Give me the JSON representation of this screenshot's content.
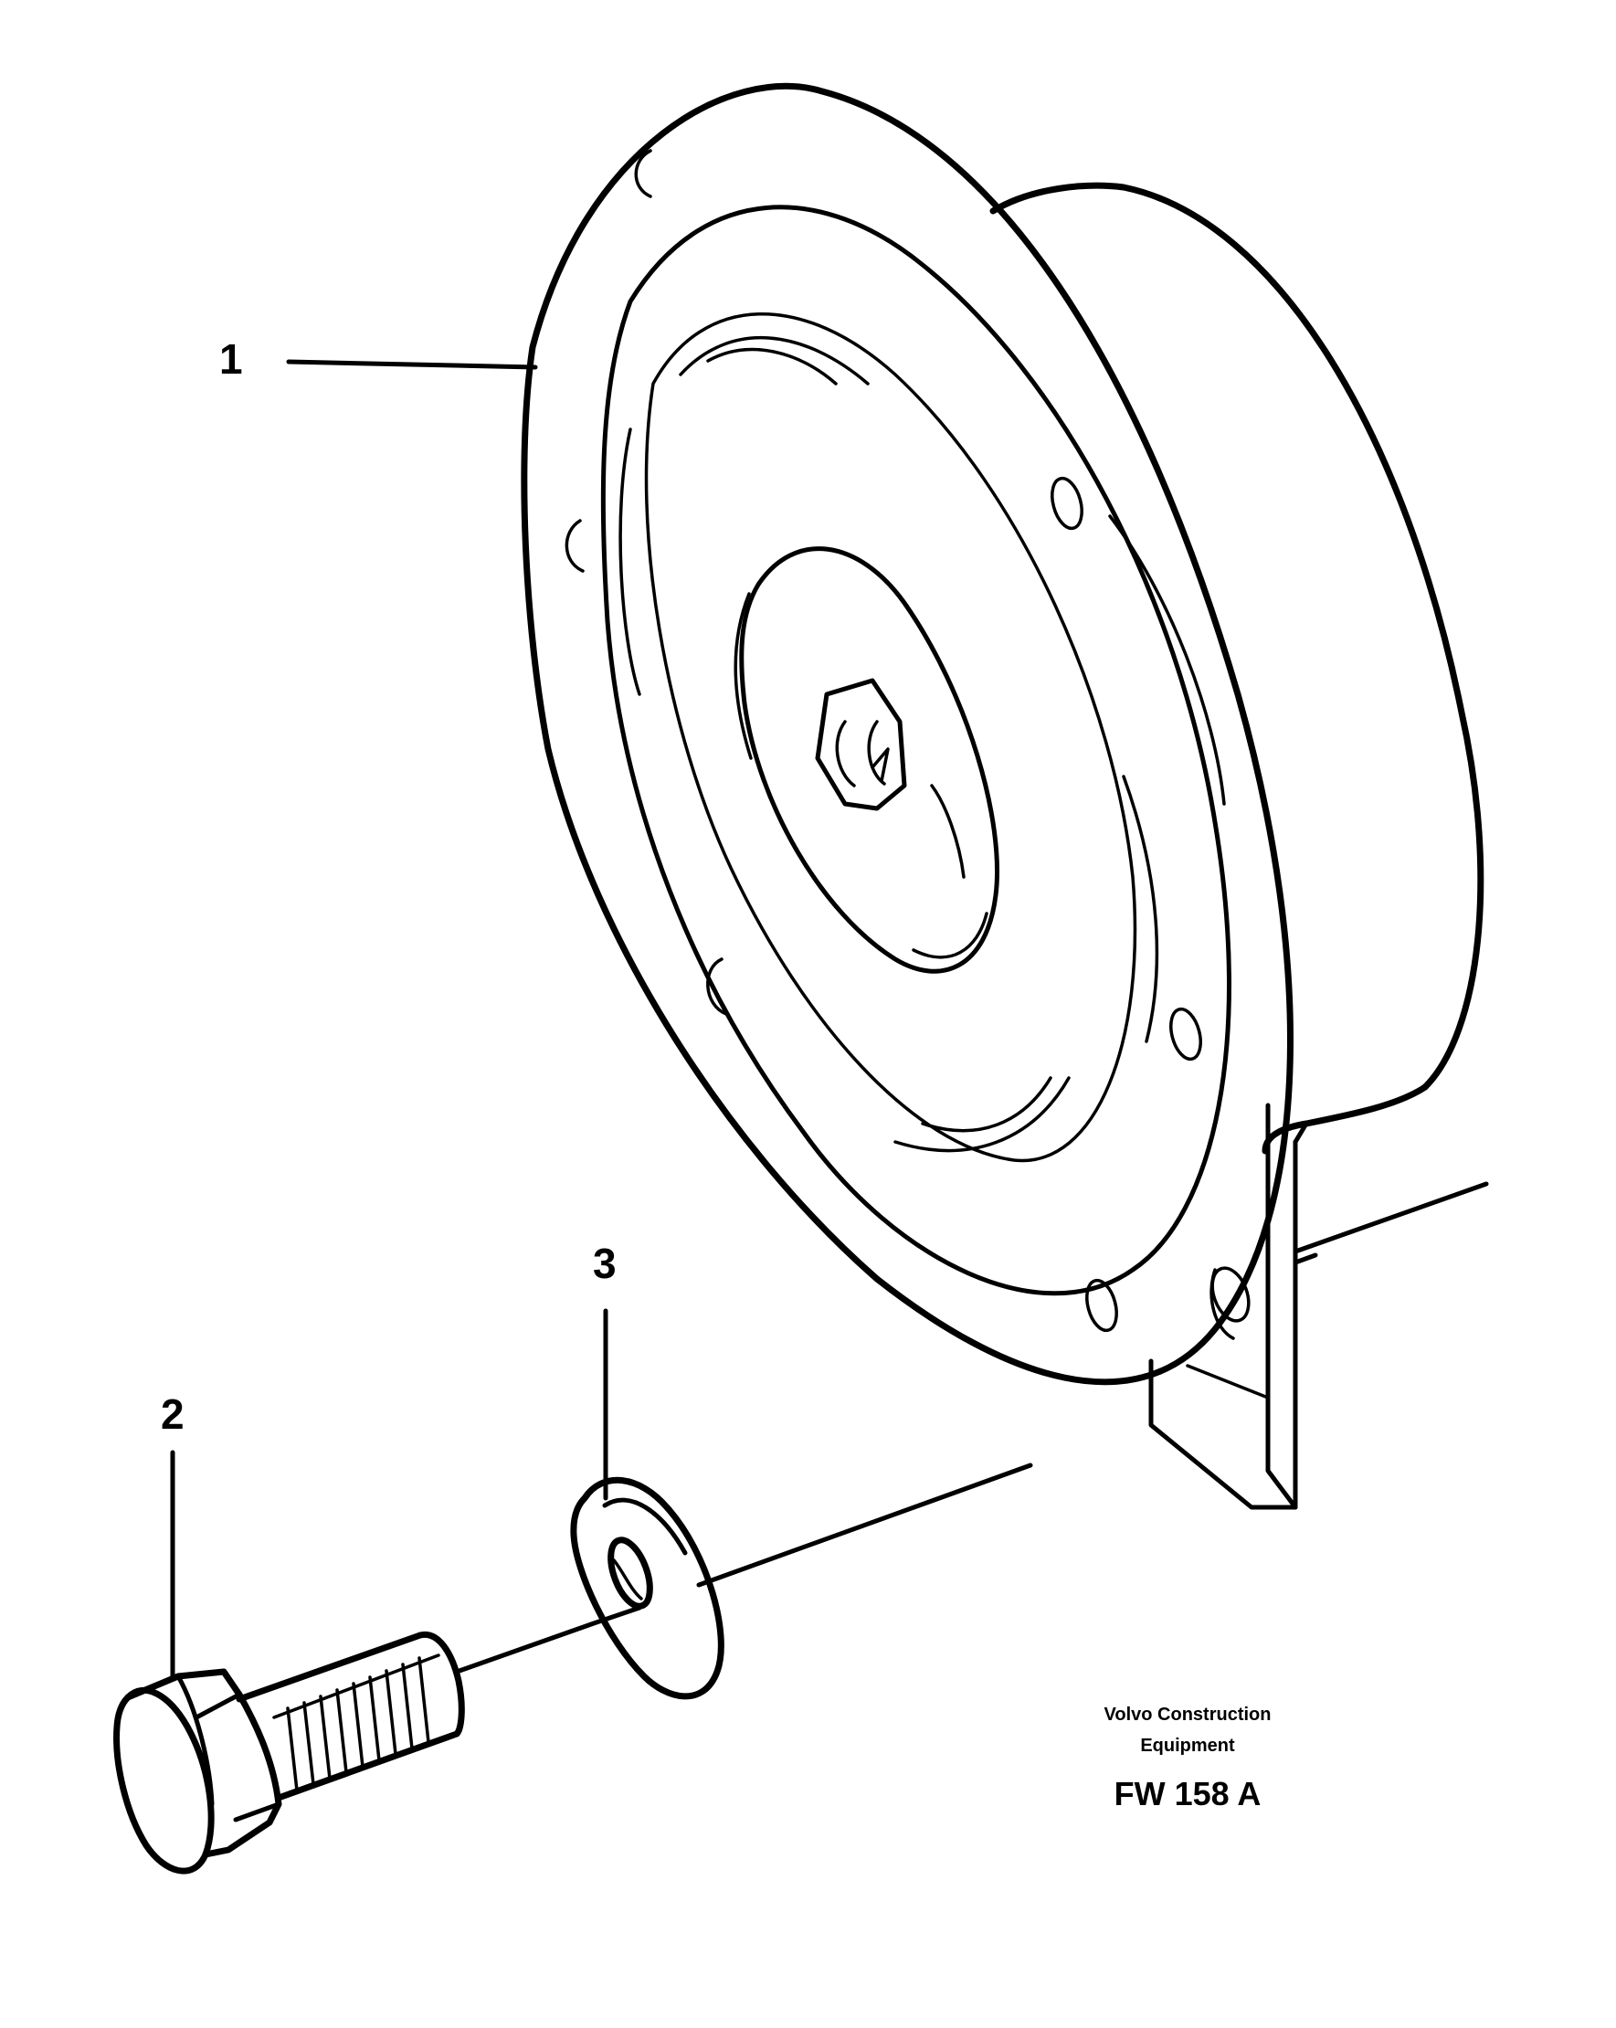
{
  "callouts": {
    "part_1": "1",
    "part_2": "2",
    "part_3": "3"
  },
  "credit": {
    "line_1": "Volvo Construction",
    "line_2": "Equipment",
    "figure_code": "FW 158 A"
  },
  "colors": {
    "ink": "#000000",
    "paper": "#ffffff"
  }
}
